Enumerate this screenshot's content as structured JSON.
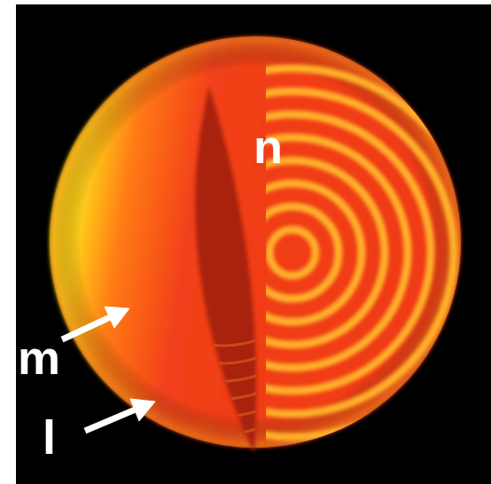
{
  "diagram": {
    "labels": [
      "n",
      "m",
      "l"
    ]
  }
}
